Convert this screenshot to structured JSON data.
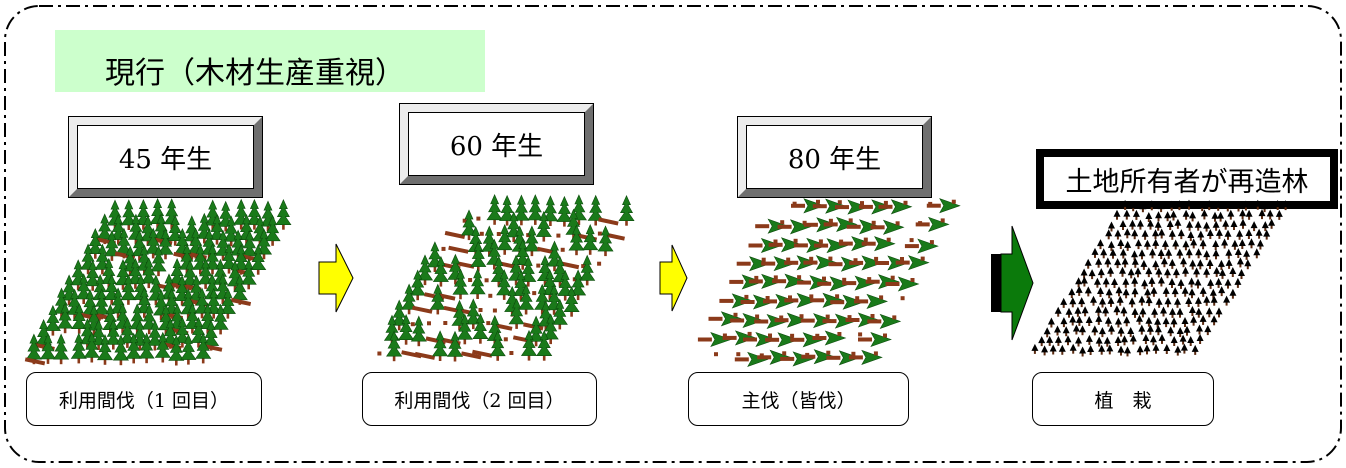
{
  "title": "現行（木材生産重視）",
  "stages": [
    {
      "age_label": "45 年生",
      "action_label": "利用間伐（1 回目）"
    },
    {
      "age_label": "60 年生",
      "action_label": "利用間伐（2 回目）"
    },
    {
      "age_label": "80 年生",
      "action_label": "主伐（皆伐）"
    }
  ],
  "replant": {
    "owner_label": "土地所有者が再造林",
    "action_label": "植　栽"
  },
  "colors": {
    "title_band": "#ccffcc",
    "tree_green": "#1a7a1a",
    "trunk_brown": "#8b3a1a",
    "arrow_yellow": "#ffff00",
    "arrow_green": "#0b7a0b"
  },
  "icons": [
    "conifer-icon",
    "felled-log-icon",
    "stump-icon",
    "seedling-icon",
    "right-arrow-icon"
  ]
}
